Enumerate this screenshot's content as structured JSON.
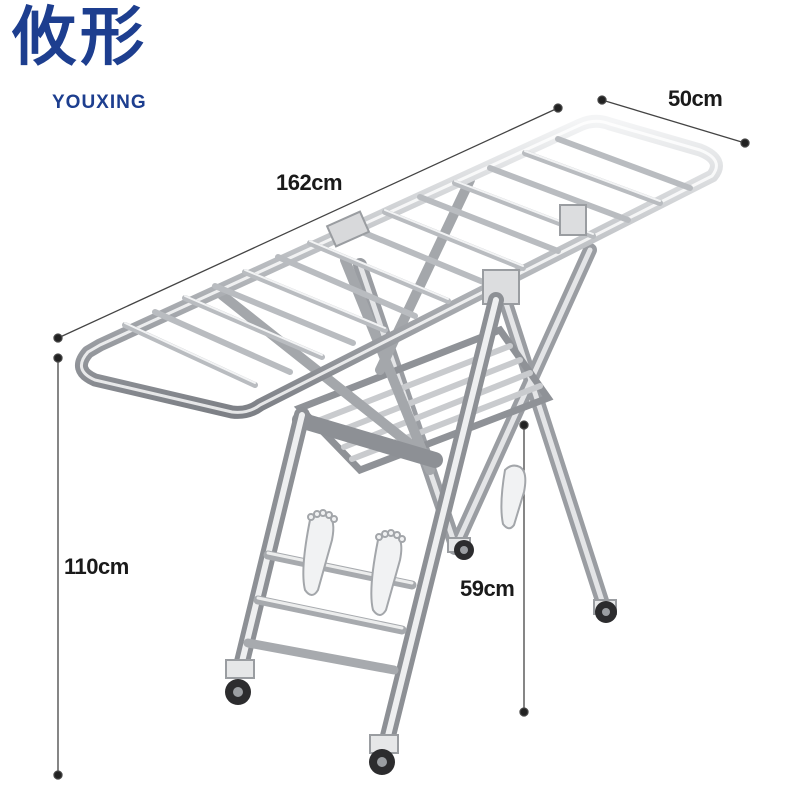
{
  "brand": {
    "name_cn": "攸形",
    "name_en": "YOUXING",
    "color": "#1d3e8f"
  },
  "dimensions": {
    "length": "162cm",
    "width": "50cm",
    "height": "110cm",
    "inner_height": "59cm"
  },
  "colors": {
    "steel_dark": "#8a8d92",
    "steel_light": "#e9eaec",
    "dim_line": "#333333"
  }
}
